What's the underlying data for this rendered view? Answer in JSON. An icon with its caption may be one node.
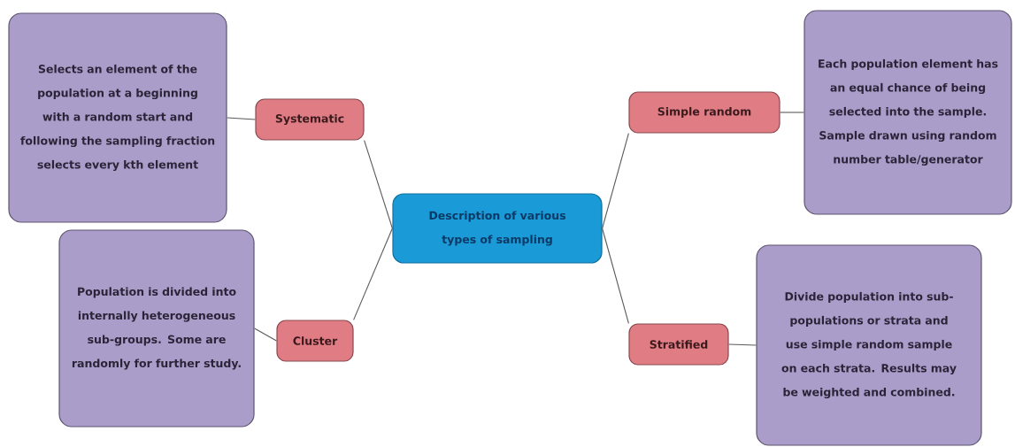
{
  "diagram": {
    "nodes": [
      {
        "text": [
          "Description of various types of sampling"
        ]
      },
      {
        "text": [
          "Systematic"
        ]
      },
      {
        "text": [
          "Selects an element of the population at a beginning with a random start and following the sampling fraction selects every kth element"
        ]
      },
      {
        "text": [
          "Simple random"
        ]
      },
      {
        "text": [
          "Each population element has an equal chance of being selected into the sample. Sample drawn using random number table/generator"
        ]
      },
      {
        "text": [
          "Cluster"
        ]
      },
      {
        "text": [
          "Population is divided into internally heterogeneous sub-groups. Some are randomly for further study."
        ]
      },
      {
        "text": [
          "Stratified"
        ]
      },
      {
        "text": [
          "Divide population into sub-populations or strata and use simple random sample on each strata. Results may be weighted and combined."
        ]
      }
    ],
    "edges": [
      {
        "from": 0,
        "to": 1,
        "arrow": "none"
      },
      {
        "from": 1,
        "to": 2,
        "arrow": "none"
      },
      {
        "from": 0,
        "to": 3,
        "arrow": "none"
      },
      {
        "from": 3,
        "to": 4,
        "arrow": "none"
      },
      {
        "from": 0,
        "to": 5,
        "arrow": "none"
      },
      {
        "from": 5,
        "to": 6,
        "arrow": "none"
      },
      {
        "from": 0,
        "to": 7,
        "arrow": "none"
      },
      {
        "from": 7,
        "to": 8,
        "arrow": "none"
      }
    ]
  }
}
